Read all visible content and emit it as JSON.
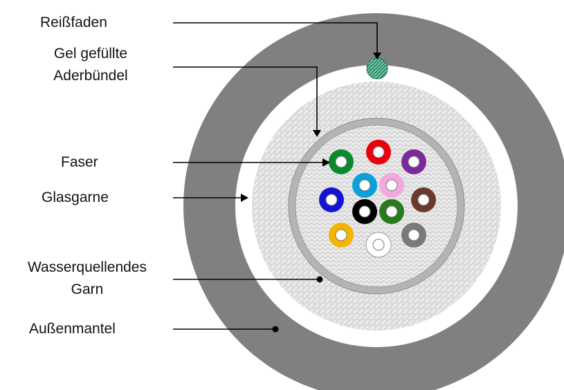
{
  "labels": {
    "reissfaden": "Reißfaden",
    "gel_line1": "Gel gefüllte",
    "gel_line2": "Aderbündel",
    "faser": "Faser",
    "glasgarne": "Glasgarne",
    "wasser_line1": "Wasserquellendes",
    "wasser_line2": "Garn",
    "aussenmantel": "Außenmantel"
  },
  "colors": {
    "outer_jacket": "#808080",
    "white_gap": "#ffffff",
    "yarn_bg": "#dedede",
    "tube_ring": "#b4b4b4",
    "tube_fill": "#d9d9d9",
    "ripcord": "#2a8f6a",
    "line": "#000000"
  },
  "fibers": [
    {
      "name": "green-fiber",
      "color": "#0a8a2c"
    },
    {
      "name": "red-fiber",
      "color": "#e8000b"
    },
    {
      "name": "purple-fiber",
      "color": "#7a2a9a"
    },
    {
      "name": "blue-fiber",
      "color": "#1414d0"
    },
    {
      "name": "cyan-fiber",
      "color": "#0aa0d8"
    },
    {
      "name": "pink-fiber",
      "color": "#f2a8e0"
    },
    {
      "name": "brown-fiber",
      "color": "#6a3a2a"
    },
    {
      "name": "black-fiber",
      "color": "#000000"
    },
    {
      "name": "darkgreen-fiber",
      "color": "#2a7a1e"
    },
    {
      "name": "yellow-fiber",
      "color": "#f4b400"
    },
    {
      "name": "white-fiber",
      "color": "#ffffff"
    },
    {
      "name": "gray-fiber",
      "color": "#7a7a7a"
    }
  ]
}
